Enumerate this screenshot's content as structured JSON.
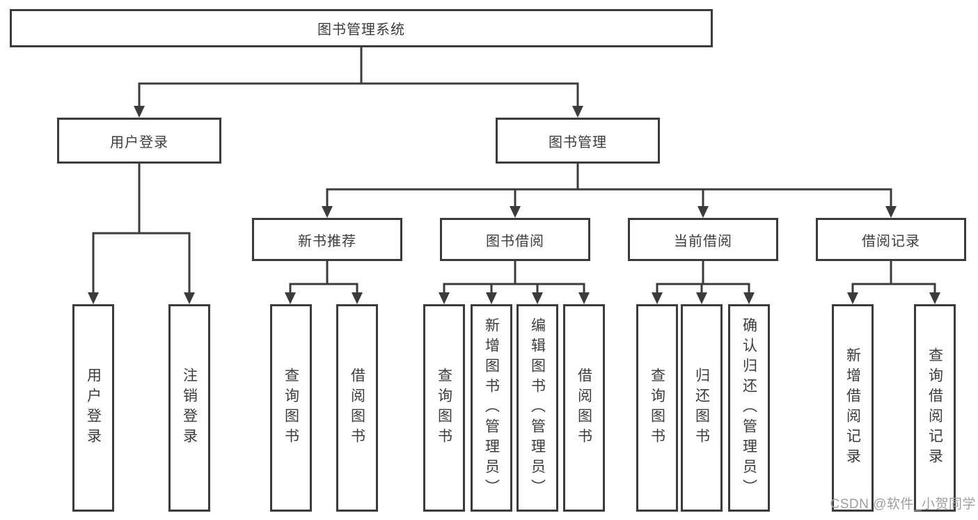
{
  "diagram": {
    "type": "hierarchy-tree",
    "title": "图书管理系统"
  },
  "tree": {
    "label": "图书管理系统",
    "children": [
      {
        "label": "用户登录",
        "children": [
          {
            "label": "用户登录"
          },
          {
            "label": "注销登录"
          }
        ]
      },
      {
        "label": "图书管理",
        "children": [
          {
            "label": "新书推荐",
            "children": [
              {
                "label": "查询图书"
              },
              {
                "label": "借阅图书"
              }
            ]
          },
          {
            "label": "图书借阅",
            "children": [
              {
                "label": "查询图书"
              },
              {
                "label": "新增图书（管理员）"
              },
              {
                "label": "编辑图书（管理员）"
              },
              {
                "label": "借阅图书"
              }
            ]
          },
          {
            "label": "当前借阅",
            "children": [
              {
                "label": "查询图书"
              },
              {
                "label": "归还图书"
              },
              {
                "label": "确认归还（管理员）"
              }
            ]
          },
          {
            "label": "借阅记录",
            "children": [
              {
                "label": "新增借阅记录"
              },
              {
                "label": "查询借阅记录"
              }
            ]
          }
        ]
      }
    ]
  },
  "watermark": {
    "text": "CSDN @软件_小贺同学"
  },
  "colors": {
    "line": "#3b3b3b",
    "box_border": "#3b3b3b",
    "text": "#3c3c3c",
    "background": "#ffffff",
    "watermark": "#9e9e9e"
  }
}
